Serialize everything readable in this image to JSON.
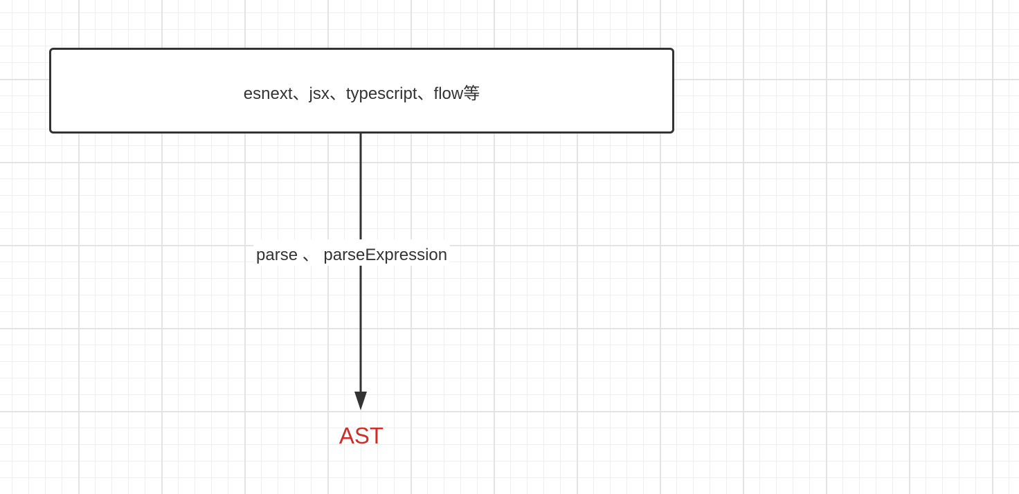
{
  "diagram": {
    "source_node": {
      "label": "esnext、jsx、typescript、flow等"
    },
    "edge": {
      "label": "parse 、 parseExpression",
      "color": "#333333"
    },
    "target_node": {
      "label": "AST",
      "color": "#c9302c"
    },
    "canvas": {
      "grid": true,
      "background": "#ffffff"
    }
  }
}
